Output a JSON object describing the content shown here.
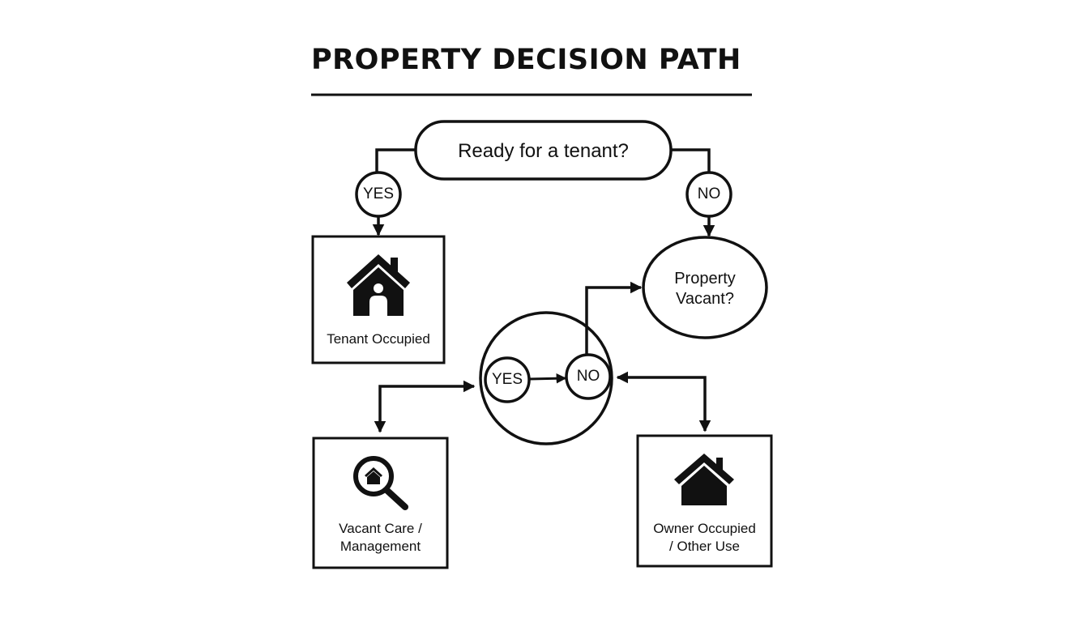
{
  "title": "PROPERTY DECISION PATH",
  "decision": {
    "question": "Ready for a tenant?"
  },
  "branches": {
    "yes": "YES",
    "no": "NO"
  },
  "vacant_check": {
    "label_line1": "Property",
    "label_line2": "Vacant?"
  },
  "hub": {
    "yes": "YES",
    "no": "NO"
  },
  "outcomes": {
    "tenant": {
      "label": "Tenant Occupied",
      "icon": "house-person-icon"
    },
    "vacant": {
      "label_line1": "Vacant Care /",
      "label_line2": "Management",
      "icon": "magnifier-house-icon"
    },
    "owner": {
      "label_line1": "Owner Occupied",
      "label_line2": "/ Other Use",
      "icon": "house-icon"
    }
  }
}
